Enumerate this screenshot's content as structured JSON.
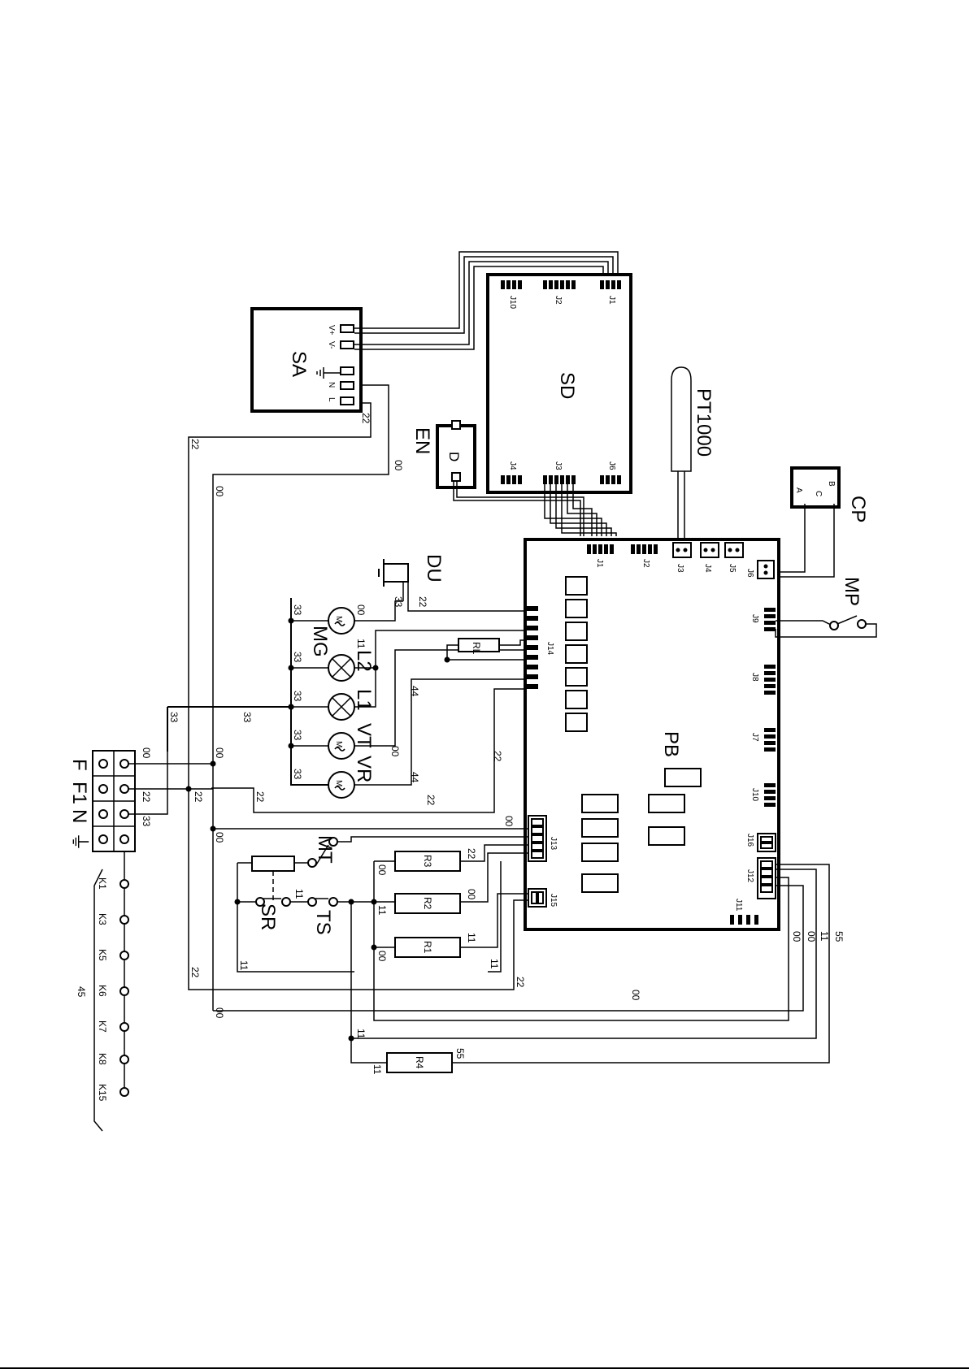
{
  "components": {
    "sa": "SA",
    "sd": "SD",
    "en": "EN",
    "en_inner": "D",
    "pt1000": "PT1000",
    "cp": "CP",
    "mp": "MP",
    "du": "DU",
    "pb": "PB",
    "rl": "RL",
    "mg": "MG",
    "l2": "L2",
    "l1": "L1",
    "vt": "VT",
    "vr": "VR",
    "mt": "MT",
    "sr": "SR",
    "ts": "TS",
    "r1": "R1",
    "r2": "R2",
    "r3": "R3",
    "r4": "R4"
  },
  "sa_terminals": [
    "V+",
    "V-",
    "N",
    "L"
  ],
  "cp_terminals": {
    "a": "A",
    "b": "B",
    "c": "C"
  },
  "sd_connectors": [
    "J10",
    "J2",
    "J1",
    "J4",
    "J3",
    "J6"
  ],
  "pb_top_connectors": [
    "J1",
    "J2",
    "J3",
    "J4",
    "J5",
    "J6"
  ],
  "pb_left_connectors": [
    "J14",
    "J13",
    "J15"
  ],
  "pb_right_connectors": [
    "J9",
    "J8",
    "J7",
    "J10",
    "J16",
    "J12",
    "J11"
  ],
  "pin_one": "1",
  "terminal_block": {
    "labels": [
      "F",
      "F1",
      "N",
      "⏚"
    ],
    "wires": [
      "00",
      "22",
      "33"
    ]
  },
  "k_contacts": [
    "K1",
    "K3",
    "K5",
    "K6",
    "K7",
    "K8",
    "K15"
  ],
  "k_group_label": "45",
  "wire_labels": {
    "w00": "00",
    "w11": "11",
    "w22": "22",
    "w33": "33",
    "w44": "44",
    "w55": "55"
  }
}
